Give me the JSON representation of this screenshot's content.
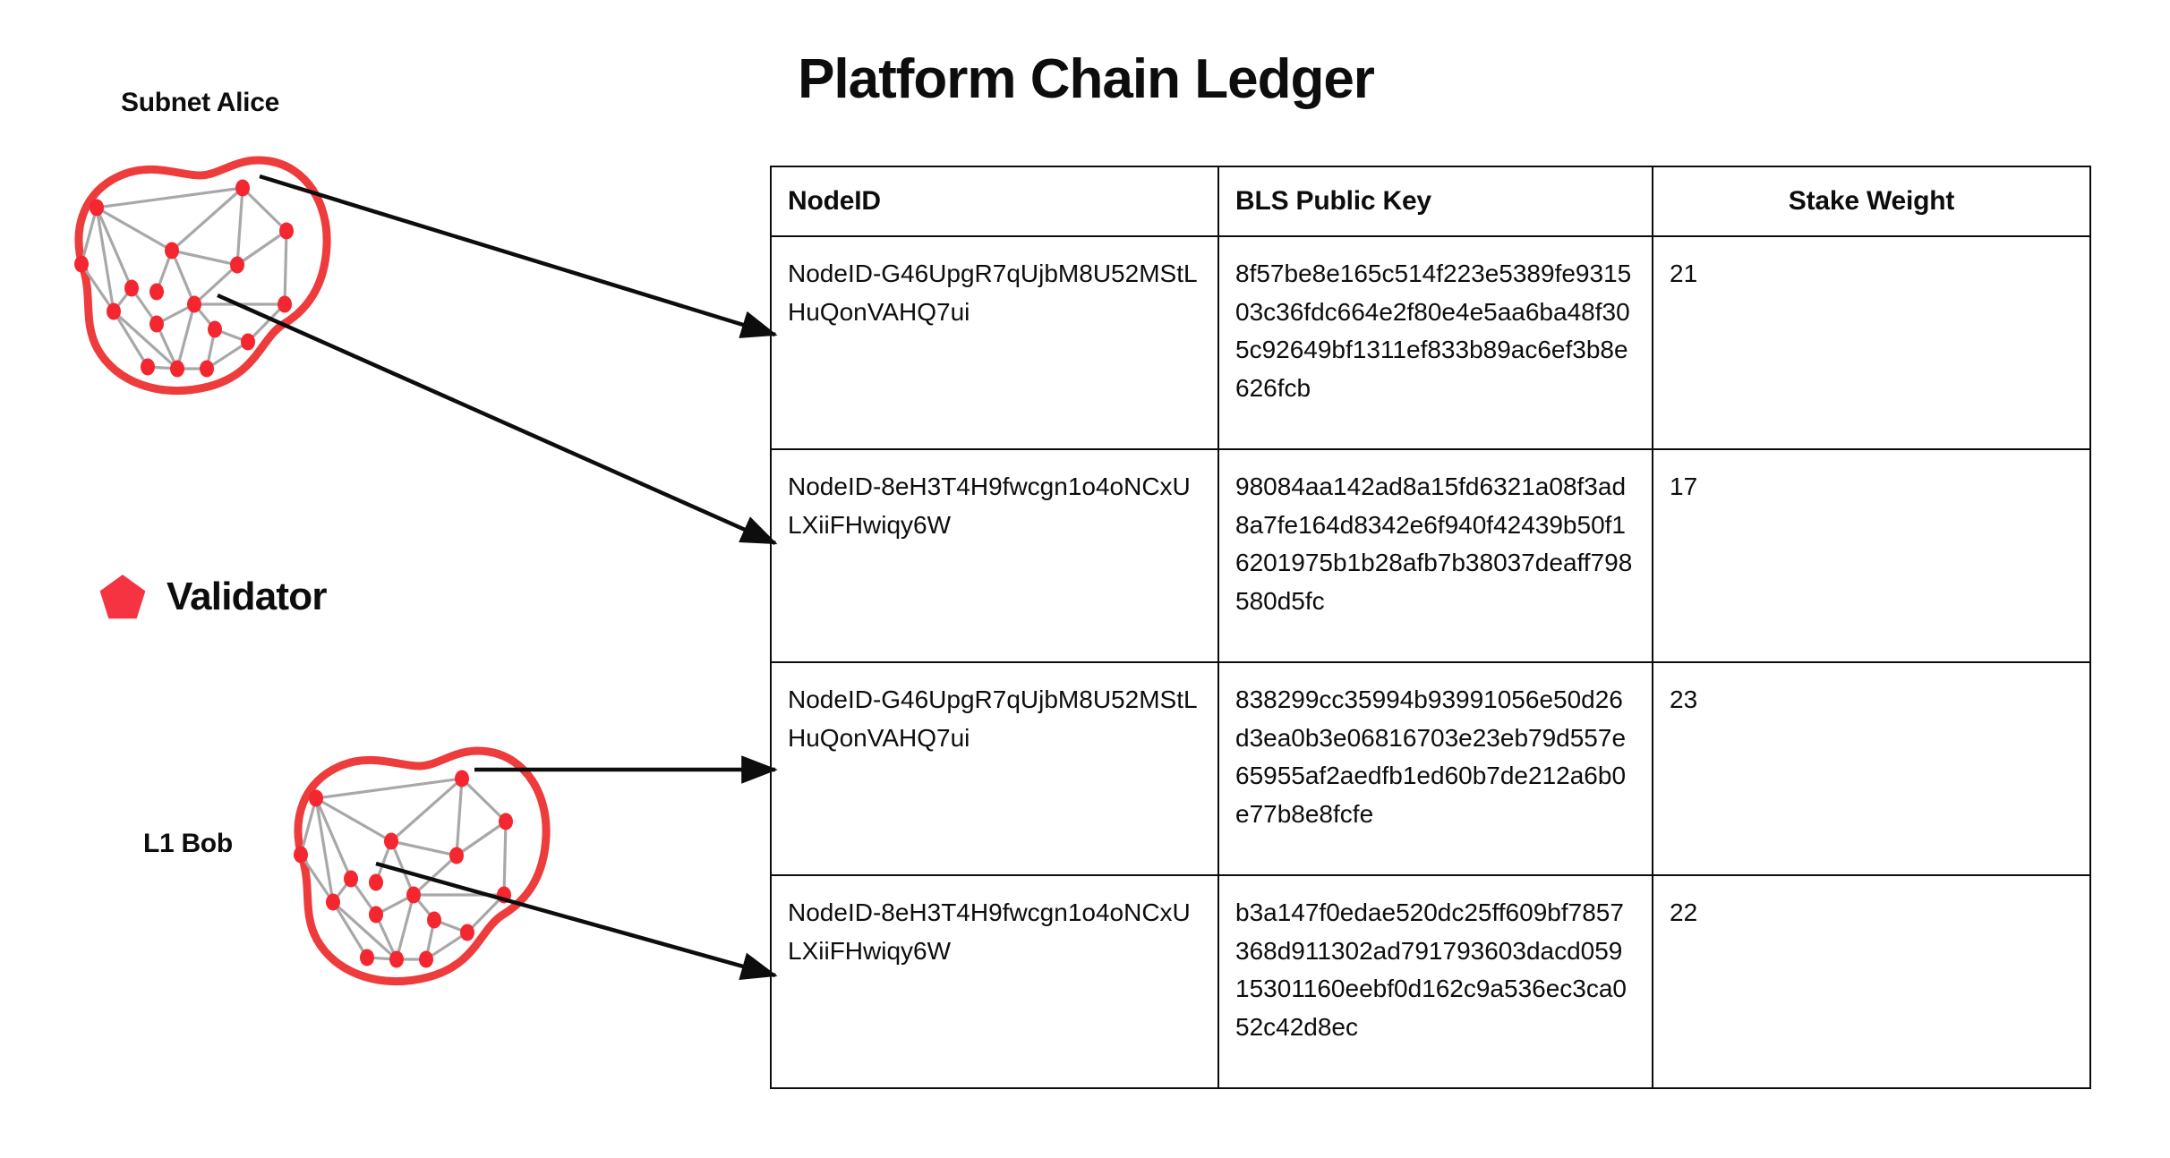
{
  "title": "Platform Chain Ledger",
  "colors": {
    "validator_red": "#F63341",
    "blob_outline_red": "#EE3B3B",
    "edge_gray": "#A8A8A8",
    "ink": "#0d0d0d"
  },
  "left_panel": {
    "subnet_label": "Subnet Alice",
    "l1_label": "L1 Bob",
    "legend": {
      "icon": "pentagon-icon",
      "label": "Validator"
    }
  },
  "table": {
    "columns": [
      "NodeID",
      "BLS Public Key",
      "Stake Weight"
    ],
    "rows": [
      {
        "node_id": "NodeID-G46UpgR7qUjbM8U52MStLHuQonVAHQ7ui",
        "bls_public_key": "8f57be8e165c514f223e5389fe931503c36fdc664e2f80e4e5aa6ba48f305c92649bf1311ef833b89ac6ef3b8e626fcb",
        "stake_weight": "21"
      },
      {
        "node_id": "NodeID-8eH3T4H9fwcgn1o4oNCxULXiiFHwiqy6W",
        "bls_public_key": "98084aa142ad8a15fd6321a08f3ad8a7fe164d8342e6f940f42439b50f16201975b1b28afb7b38037deaff798580d5fc",
        "stake_weight": "17"
      },
      {
        "node_id": "NodeID-G46UpgR7qUjbM8U52MStLHuQonVAHQ7ui",
        "bls_public_key": "838299cc35994b93991056e50d26d3ea0b3e06816703e23eb79d557e65955af2aedfb1ed60b7de212a6b0e77b8e8fcfe",
        "stake_weight": "23"
      },
      {
        "node_id": "NodeID-8eH3T4H9fwcgn1o4oNCxULXiiFHwiqy6W",
        "bls_public_key": "b3a147f0edae520dc25ff609bf7857368d911302ad791793603dacd05915301160eebf0d162c9a536ec3ca052c42d8ec",
        "stake_weight": "22"
      }
    ]
  }
}
